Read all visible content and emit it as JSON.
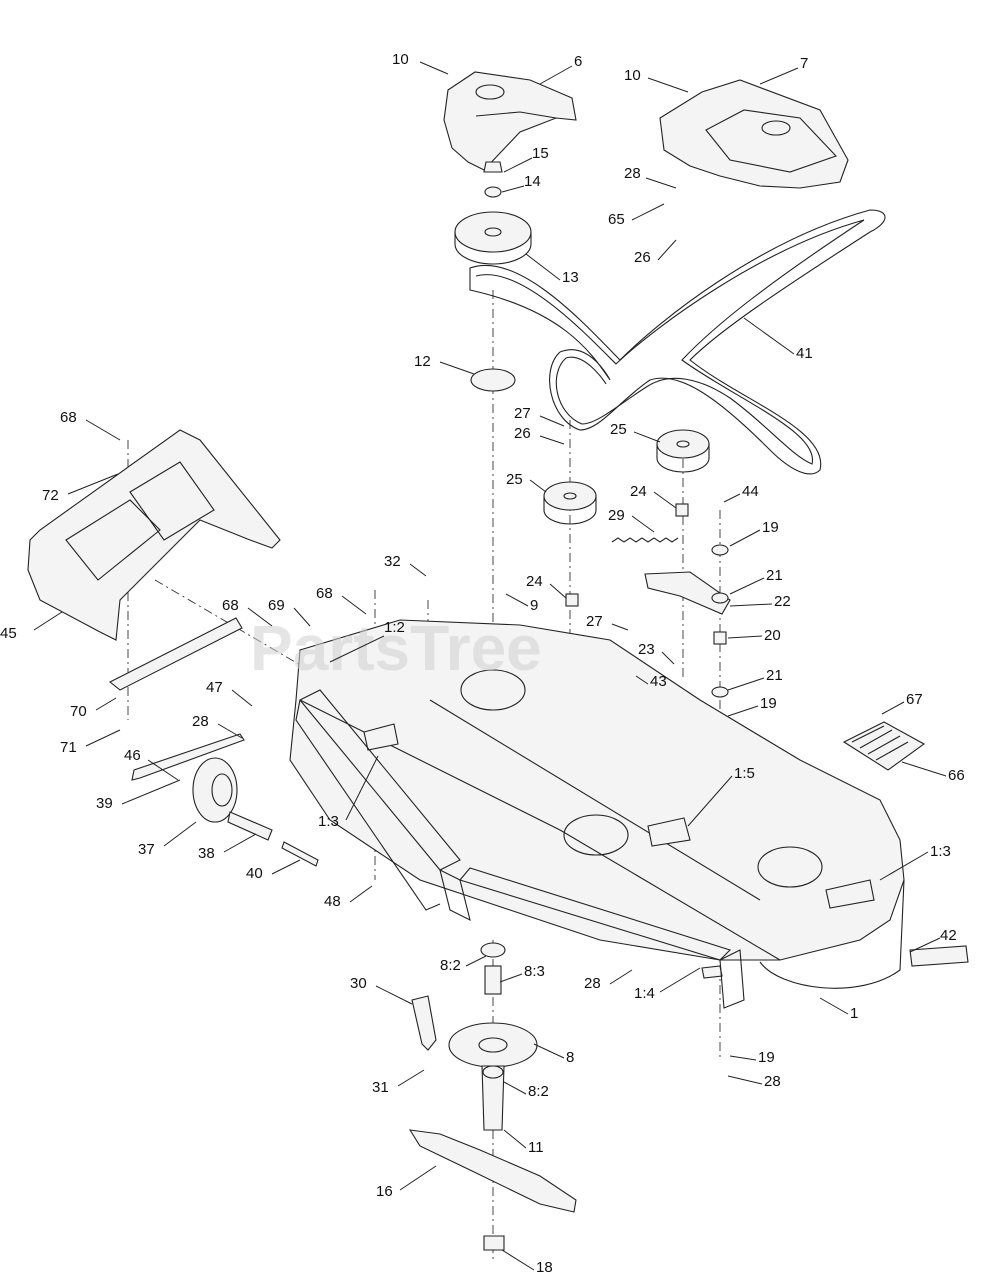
{
  "watermark": "PartsTree",
  "callouts": [
    "10",
    "6",
    "10",
    "7",
    "15",
    "14",
    "28",
    "65",
    "13",
    "26",
    "41",
    "12",
    "27",
    "26",
    "25",
    "25",
    "24",
    "44",
    "29",
    "19",
    "68",
    "72",
    "32",
    "24",
    "9",
    "21",
    "22",
    "68",
    "69",
    "68",
    "1:2",
    "27",
    "20",
    "23",
    "45",
    "43",
    "21",
    "19",
    "70",
    "47",
    "67",
    "28",
    "71",
    "46",
    "66",
    "1:5",
    "39",
    "37",
    "38",
    "1:3",
    "1:3",
    "40",
    "48",
    "42",
    "8:2",
    "8:3",
    "30",
    "28",
    "1:4",
    "1",
    "8",
    "19",
    "28",
    "31",
    "8:2",
    "11",
    "16",
    "18"
  ]
}
